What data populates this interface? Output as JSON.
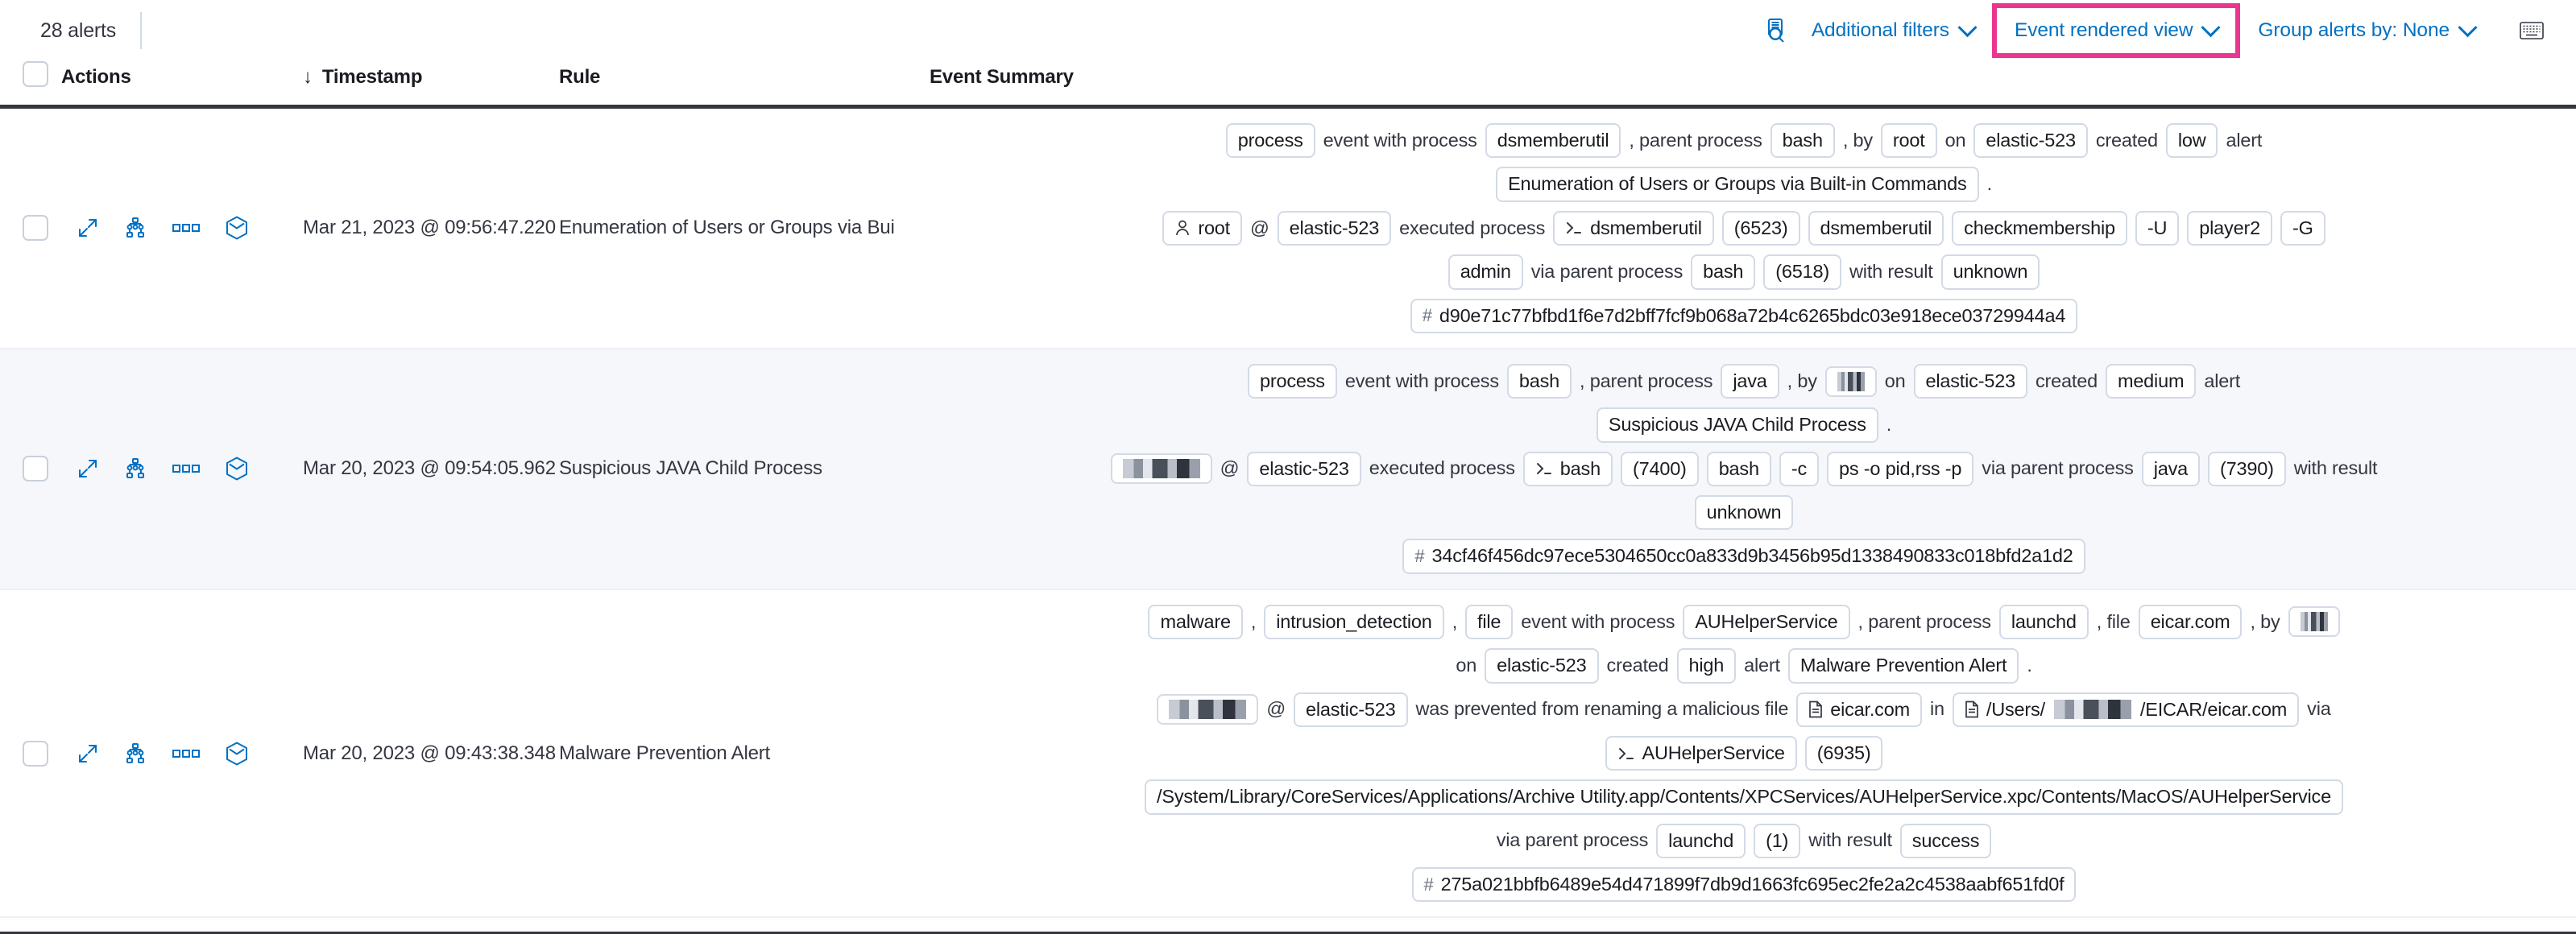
{
  "toolbar": {
    "alert_count": "28 alerts",
    "inspect_icon": "inspect-icon",
    "additional_filters": "Additional filters",
    "event_rendered_view": "Event rendered view",
    "group_alerts_by": "Group alerts by: None",
    "keyboard_icon": "keyboard-icon",
    "highlight_color": "#e9378f",
    "link_color": "#0071c2"
  },
  "table": {
    "columns": {
      "select_all": "",
      "actions": "Actions",
      "timestamp": "Timestamp",
      "sort_indicator": "↓",
      "rule": "Rule",
      "event_summary": "Event Summary"
    },
    "row_actions": [
      "expand-icon",
      "analyzer-icon",
      "more-actions-icon",
      "session-view-icon"
    ],
    "rows": [
      {
        "timestamp": "Mar 21, 2023 @ 09:56:47.220",
        "rule": "Enumeration of Users or Groups via Bui",
        "summary_lines": [
          [
            {
              "t": "chip",
              "v": "process"
            },
            {
              "t": "text",
              "v": "event with process"
            },
            {
              "t": "chip",
              "v": "dsmemberutil"
            },
            {
              "t": "text",
              "v": ", parent process"
            },
            {
              "t": "chip",
              "v": "bash"
            },
            {
              "t": "text",
              "v": ", by"
            },
            {
              "t": "chip",
              "v": "root"
            },
            {
              "t": "text",
              "v": "on"
            },
            {
              "t": "chip",
              "v": "elastic-523"
            },
            {
              "t": "text",
              "v": "created"
            },
            {
              "t": "chip",
              "v": "low"
            },
            {
              "t": "text",
              "v": "alert"
            }
          ],
          [
            {
              "t": "chip",
              "v": "Enumeration of Users or Groups via Built-in Commands"
            },
            {
              "t": "text",
              "v": "."
            }
          ],
          [
            {
              "t": "chip",
              "v": "root",
              "icon": "user-icon"
            },
            {
              "t": "text",
              "v": "@"
            },
            {
              "t": "chip",
              "v": "elastic-523"
            },
            {
              "t": "text",
              "v": "executed process"
            },
            {
              "t": "chip",
              "v": "dsmemberutil",
              "icon": "console-icon"
            },
            {
              "t": "chip",
              "v": "(6523)"
            },
            {
              "t": "chip",
              "v": "dsmemberutil"
            },
            {
              "t": "chip",
              "v": "checkmembership"
            },
            {
              "t": "chip",
              "v": "-U"
            },
            {
              "t": "chip",
              "v": "player2"
            },
            {
              "t": "chip",
              "v": "-G"
            }
          ],
          [
            {
              "t": "chip",
              "v": "admin"
            },
            {
              "t": "text",
              "v": "via parent process"
            },
            {
              "t": "chip",
              "v": "bash"
            },
            {
              "t": "chip",
              "v": "(6518)"
            },
            {
              "t": "text",
              "v": "with result"
            },
            {
              "t": "chip",
              "v": "unknown"
            }
          ],
          [
            {
              "t": "chip",
              "v": "d90e71c77bfbd1f6e7d2bff7fcf9b068a72b4c6265bdc03e918ece03729944a4",
              "icon": "hash-icon"
            }
          ]
        ]
      },
      {
        "timestamp": "Mar 20, 2023 @ 09:54:05.962",
        "rule": "Suspicious JAVA Child Process",
        "summary_lines": [
          [
            {
              "t": "chip",
              "v": "process"
            },
            {
              "t": "text",
              "v": "event with process"
            },
            {
              "t": "chip",
              "v": "bash"
            },
            {
              "t": "text",
              "v": ", parent process"
            },
            {
              "t": "chip",
              "v": "java"
            },
            {
              "t": "text",
              "v": ", by"
            },
            {
              "t": "chip",
              "v": "",
              "redacted": "sm"
            },
            {
              "t": "text",
              "v": "on"
            },
            {
              "t": "chip",
              "v": "elastic-523"
            },
            {
              "t": "text",
              "v": "created"
            },
            {
              "t": "chip",
              "v": "medium"
            },
            {
              "t": "text",
              "v": "alert"
            }
          ],
          [
            {
              "t": "chip",
              "v": "Suspicious JAVA Child Process"
            },
            {
              "t": "text",
              "v": "."
            }
          ],
          [
            {
              "t": "chip",
              "v": "",
              "redacted": "wide"
            },
            {
              "t": "text",
              "v": "@"
            },
            {
              "t": "chip",
              "v": "elastic-523"
            },
            {
              "t": "text",
              "v": "executed process"
            },
            {
              "t": "chip",
              "v": "bash",
              "icon": "console-icon"
            },
            {
              "t": "chip",
              "v": "(7400)"
            },
            {
              "t": "chip",
              "v": "bash"
            },
            {
              "t": "chip",
              "v": "-c"
            },
            {
              "t": "chip",
              "v": "ps -o pid,rss -p"
            },
            {
              "t": "text",
              "v": "via parent process"
            },
            {
              "t": "chip",
              "v": "java"
            },
            {
              "t": "chip",
              "v": "(7390)"
            },
            {
              "t": "text",
              "v": "with result"
            }
          ],
          [
            {
              "t": "chip",
              "v": "unknown"
            }
          ],
          [
            {
              "t": "chip",
              "v": "34cf46f456dc97ece5304650cc0a833d9b3456b95d1338490833c018bfd2a1d2",
              "icon": "hash-icon"
            }
          ]
        ]
      },
      {
        "timestamp": "Mar 20, 2023 @ 09:43:38.348",
        "rule": "Malware Prevention Alert",
        "summary_lines": [
          [
            {
              "t": "chip",
              "v": "malware"
            },
            {
              "t": "text",
              "v": ","
            },
            {
              "t": "chip",
              "v": "intrusion_detection"
            },
            {
              "t": "text",
              "v": ","
            },
            {
              "t": "chip",
              "v": "file"
            },
            {
              "t": "text",
              "v": "event with process"
            },
            {
              "t": "chip",
              "v": "AUHelperService"
            },
            {
              "t": "text",
              "v": ", parent process"
            },
            {
              "t": "chip",
              "v": "launchd"
            },
            {
              "t": "text",
              "v": ", file"
            },
            {
              "t": "chip",
              "v": "eicar.com"
            },
            {
              "t": "text",
              "v": ", by"
            },
            {
              "t": "chip",
              "v": "",
              "redacted": "sm"
            }
          ],
          [
            {
              "t": "text",
              "v": "on"
            },
            {
              "t": "chip",
              "v": "elastic-523"
            },
            {
              "t": "text",
              "v": "created"
            },
            {
              "t": "chip",
              "v": "high"
            },
            {
              "t": "text",
              "v": "alert"
            },
            {
              "t": "chip",
              "v": "Malware Prevention Alert"
            },
            {
              "t": "text",
              "v": "."
            }
          ],
          [
            {
              "t": "chip",
              "v": "",
              "redacted": "wide"
            },
            {
              "t": "text",
              "v": "@"
            },
            {
              "t": "chip",
              "v": "elastic-523"
            },
            {
              "t": "text",
              "v": "was prevented from renaming a malicious file"
            },
            {
              "t": "chip",
              "v": "eicar.com",
              "icon": "file-icon"
            },
            {
              "t": "text",
              "v": "in"
            },
            {
              "t": "chip",
              "v": "/Users/",
              "icon": "file-icon",
              "suffix": "/EICAR/eicar.com",
              "redacted_mid": true
            },
            {
              "t": "text",
              "v": "via"
            }
          ],
          [
            {
              "t": "chip",
              "v": "AUHelperService",
              "icon": "console-icon"
            },
            {
              "t": "chip",
              "v": "(6935)"
            }
          ],
          [
            {
              "t": "chip",
              "v": "/System/Library/CoreServices/Applications/Archive Utility.app/Contents/XPCServices/AUHelperService.xpc/Contents/MacOS/AUHelperService"
            }
          ],
          [
            {
              "t": "text",
              "v": "via parent process"
            },
            {
              "t": "chip",
              "v": "launchd"
            },
            {
              "t": "chip",
              "v": "(1)"
            },
            {
              "t": "text",
              "v": "with result"
            },
            {
              "t": "chip",
              "v": "success"
            }
          ],
          [
            {
              "t": "chip",
              "v": "275a021bbfb6489e54d471899f7db9d1663fc695ec2fe2a2c4538aabf651fd0f",
              "icon": "hash-icon"
            }
          ]
        ]
      }
    ]
  }
}
